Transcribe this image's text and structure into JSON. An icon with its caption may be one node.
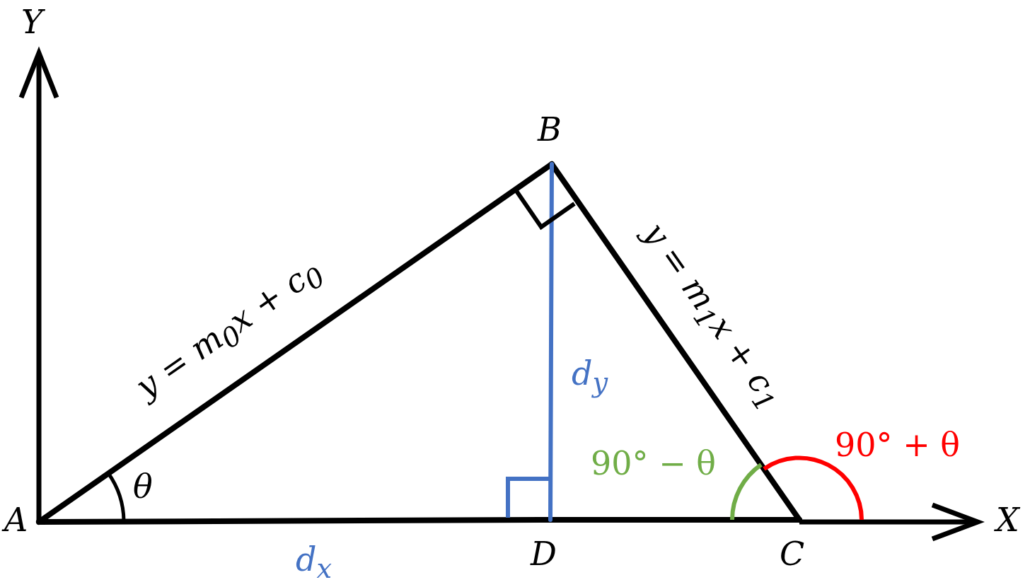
{
  "diagram": {
    "nodes": [
      {
        "text": [
          "A"
        ]
      },
      {
        "text": [
          "B"
        ]
      },
      {
        "text": [
          "C"
        ]
      },
      {
        "text": [
          "D"
        ]
      }
    ],
    "edges": [
      {
        "from": 0,
        "to": 1,
        "arrow": "none",
        "label": "y = m$_{0}$x + c$_{0}$"
      },
      {
        "from": 1,
        "to": 2,
        "arrow": "none",
        "label": "y = m$_{1}$x + c$_{1}$"
      },
      {
        "from": 0,
        "to": 3,
        "arrow": "none",
        "label": "d$_{x}$"
      },
      {
        "from": 3,
        "to": 2,
        "arrow": "none"
      },
      {
        "from": 1,
        "to": 3,
        "arrow": "none",
        "label": "d$_{y}$",
        "color": "#4472c4"
      }
    ],
    "labels": [
      "Y",
      "X",
      "θ",
      "90° − θ",
      "90° + θ"
    ]
  }
}
